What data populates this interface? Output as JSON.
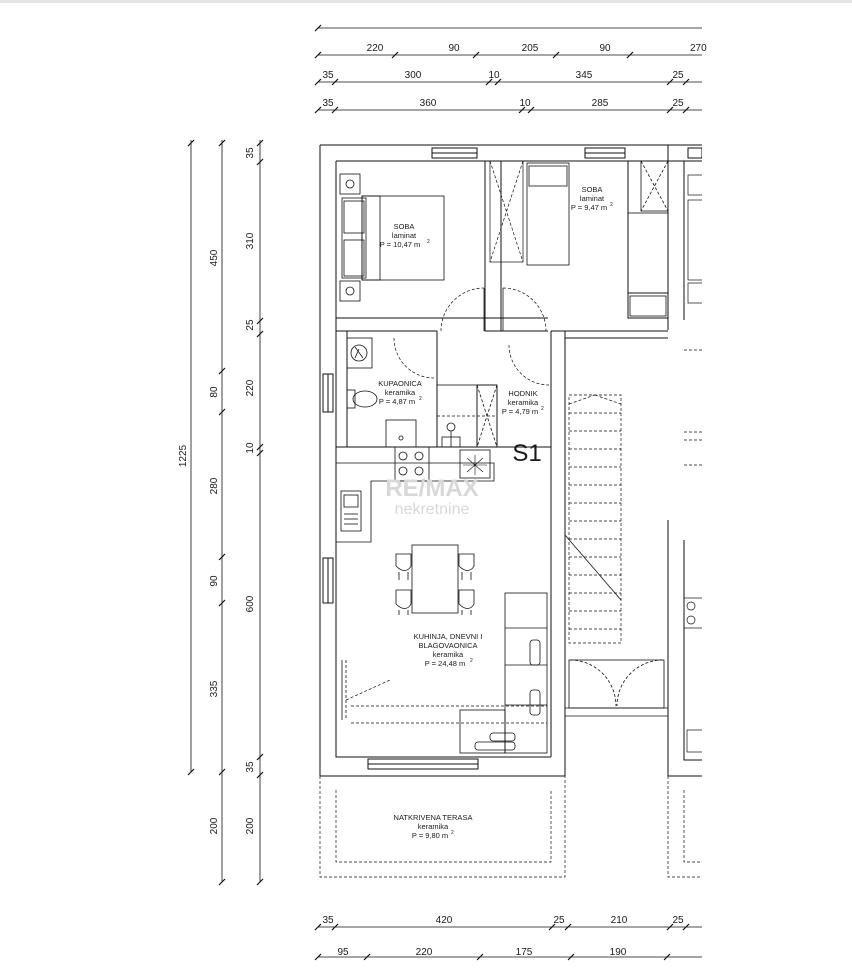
{
  "unit_label": "S1",
  "watermark": {
    "line1": "RE/MAX",
    "line2": "nekretnine"
  },
  "rooms": {
    "soba_1": {
      "name": "SOBA",
      "floor": "laminat",
      "area": "P = 10,47 m",
      "sup": "2"
    },
    "soba_2": {
      "name": "SOBA",
      "floor": "laminat",
      "area": "P = 9,47 m",
      "sup": "2"
    },
    "kupaonica": {
      "name": "KUPAONICA",
      "floor": "keramika",
      "area": "P = 4,87 m",
      "sup": "2"
    },
    "hodnik": {
      "name": "HODNIK",
      "floor": "keramika",
      "area": "P = 4,79 m",
      "sup": "2"
    },
    "kuhinja": {
      "name1": "KUHINJA, DNEVNI I",
      "name2": "BLAGOVAONICA",
      "floor": "keramika",
      "area": "P = 24,48 m",
      "sup": "2"
    },
    "terasa": {
      "name": "NATKRIVENA TERASA",
      "floor": "keramika",
      "area": "P = 9,80 m",
      "sup": "2"
    }
  },
  "dims": {
    "top_row1": [
      "220",
      "90",
      "205",
      "90",
      "270"
    ],
    "top_row2": [
      "35",
      "300",
      "10",
      "345",
      "25"
    ],
    "top_row3": [
      "35",
      "360",
      "10",
      "285",
      "25"
    ],
    "left_total": "1225",
    "left_col1": [
      "450",
      "80",
      "280",
      "90",
      "335",
      "200"
    ],
    "left_col2": [
      "35",
      "310",
      "25",
      "220",
      "10",
      "600",
      "35",
      "200"
    ],
    "bottom_row1": [
      "35",
      "420",
      "25",
      "210",
      "25"
    ],
    "bottom_row2": [
      "95",
      "220",
      "175",
      "190"
    ]
  }
}
